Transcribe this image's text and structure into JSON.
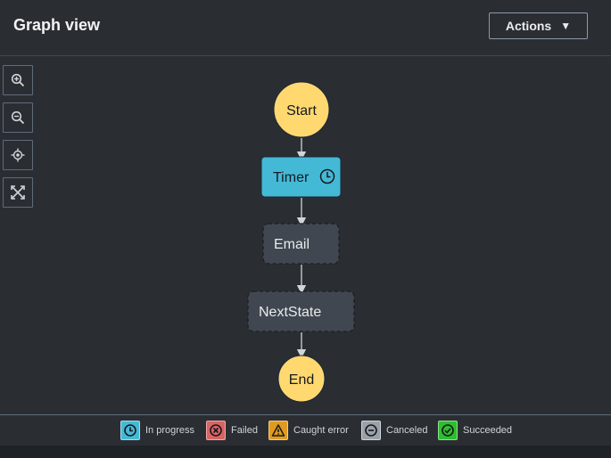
{
  "header": {
    "title": "Graph view",
    "actions_label": "Actions"
  },
  "toolbar": {
    "zoom_in": "zoom-in-icon",
    "zoom_out": "zoom-out-icon",
    "center": "center-icon",
    "fit": "fit-to-screen-icon"
  },
  "graph": {
    "nodes": [
      {
        "id": "start",
        "label": "Start",
        "shape": "circle",
        "status": "start-end"
      },
      {
        "id": "timer",
        "label": "Timer",
        "shape": "rect",
        "status": "in-progress",
        "icon": "clock-icon"
      },
      {
        "id": "email",
        "label": "Email",
        "shape": "rect",
        "status": "not-started"
      },
      {
        "id": "nextstate",
        "label": "NextState",
        "shape": "rect",
        "status": "not-started"
      },
      {
        "id": "end",
        "label": "End",
        "shape": "circle",
        "status": "start-end"
      }
    ],
    "edges": [
      [
        "start",
        "timer"
      ],
      [
        "timer",
        "email"
      ],
      [
        "email",
        "nextstate"
      ],
      [
        "nextstate",
        "end"
      ]
    ]
  },
  "legend": [
    {
      "label": "In progress",
      "color": "#44b9d6",
      "icon": "clock-icon"
    },
    {
      "label": "Failed",
      "color": "#d13212",
      "icon": "x-circle-icon"
    },
    {
      "label": "Caught error",
      "color": "#f89256",
      "icon": "warning-icon"
    },
    {
      "label": "Canceled",
      "color": "#687078",
      "icon": "minus-circle-icon"
    },
    {
      "label": "Succeeded",
      "color": "#1d8102",
      "icon": "check-circle-icon"
    }
  ],
  "colors": {
    "start_end": "#ffd870",
    "in_progress": "#44b9d6",
    "not_started": "#414750"
  }
}
